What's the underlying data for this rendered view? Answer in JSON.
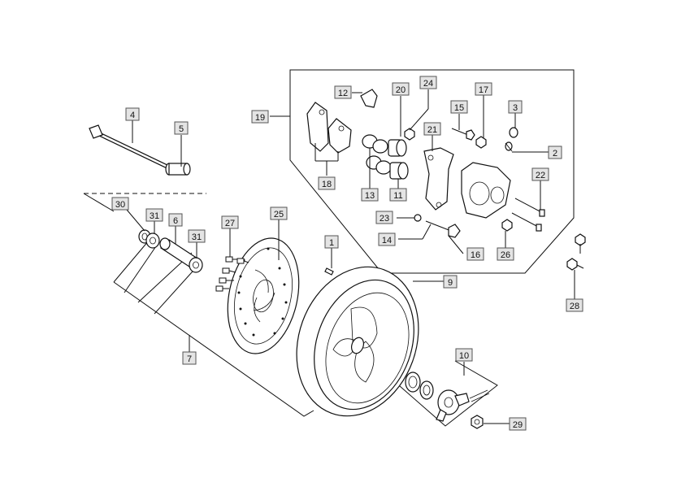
{
  "diagram": {
    "labels": {
      "p1": "1",
      "p2": "2",
      "p3": "3",
      "p4": "4",
      "p5": "5",
      "p6": "6",
      "p7": "7",
      "p9": "9",
      "p10": "10",
      "p11": "11",
      "p12": "12",
      "p13": "13",
      "p14": "14",
      "p15": "15",
      "p16": "16",
      "p17": "17",
      "p18": "18",
      "p19": "19",
      "p20": "20",
      "p21": "21",
      "p22": "22",
      "p23": "23",
      "p24": "24",
      "p25": "25",
      "p26": "26",
      "p27": "27",
      "p28": "28",
      "p29": "29",
      "p30": "30",
      "p31a": "31",
      "p31b": "31"
    }
  }
}
